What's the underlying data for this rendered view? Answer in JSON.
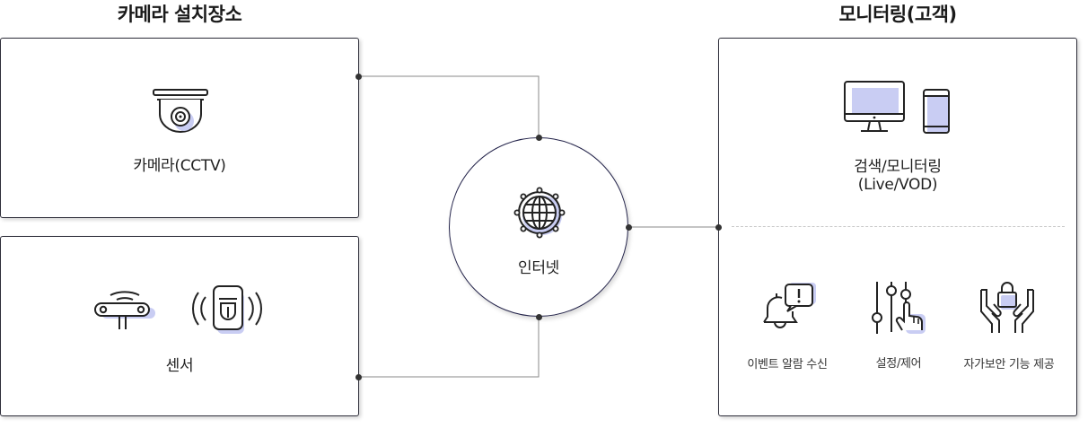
{
  "headings": {
    "camera_site": "카메라 설치장소",
    "monitoring": "모니터링(고객)"
  },
  "camera_box": {
    "label": "카메라(CCTV)",
    "icon": "dome-camera-icon"
  },
  "sensor_box": {
    "label": "센서",
    "icons": [
      "wifi-sensor-icon",
      "motion-sensor-icon"
    ]
  },
  "internet": {
    "label": "인터넷",
    "icon": "globe-icon"
  },
  "monitoring_box": {
    "main": {
      "label_line1": "검색/모니터링",
      "label_line2": "(Live/VOD)",
      "icons": [
        "monitor-icon",
        "tablet-icon"
      ]
    },
    "features": [
      {
        "label": "이벤트 알람 수신",
        "icon": "bell-alert-icon"
      },
      {
        "label": "설정/제어",
        "icon": "sliders-hand-icon"
      },
      {
        "label": "자가보안 기능 제공",
        "icon": "hands-lock-icon"
      }
    ]
  },
  "colors": {
    "accent": "#c9cdf3",
    "line": "#333333",
    "circle_border": "#23234a"
  }
}
